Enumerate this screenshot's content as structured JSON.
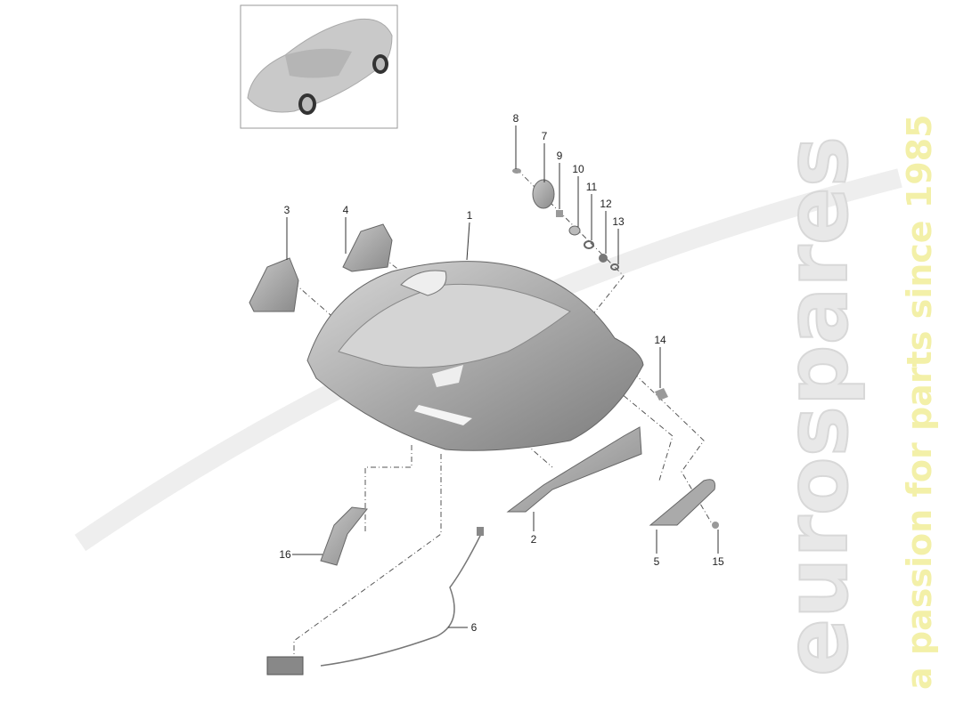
{
  "watermark": {
    "brand": "eurospares",
    "tagline": "a passion for parts since 1985",
    "brand_color": "#e6e6e6",
    "tagline_color": "#f3f0a8"
  },
  "thumbnail": {
    "subject": "car-overview"
  },
  "callouts": [
    {
      "id": "1",
      "label": "1"
    },
    {
      "id": "2",
      "label": "2"
    },
    {
      "id": "3",
      "label": "3"
    },
    {
      "id": "4",
      "label": "4"
    },
    {
      "id": "5",
      "label": "5"
    },
    {
      "id": "6",
      "label": "6"
    },
    {
      "id": "7",
      "label": "7"
    },
    {
      "id": "8",
      "label": "8"
    },
    {
      "id": "9",
      "label": "9"
    },
    {
      "id": "10",
      "label": "10"
    },
    {
      "id": "11",
      "label": "11"
    },
    {
      "id": "12",
      "label": "12"
    },
    {
      "id": "13",
      "label": "13"
    },
    {
      "id": "14",
      "label": "14"
    },
    {
      "id": "15",
      "label": "15"
    },
    {
      "id": "16",
      "label": "16"
    }
  ]
}
